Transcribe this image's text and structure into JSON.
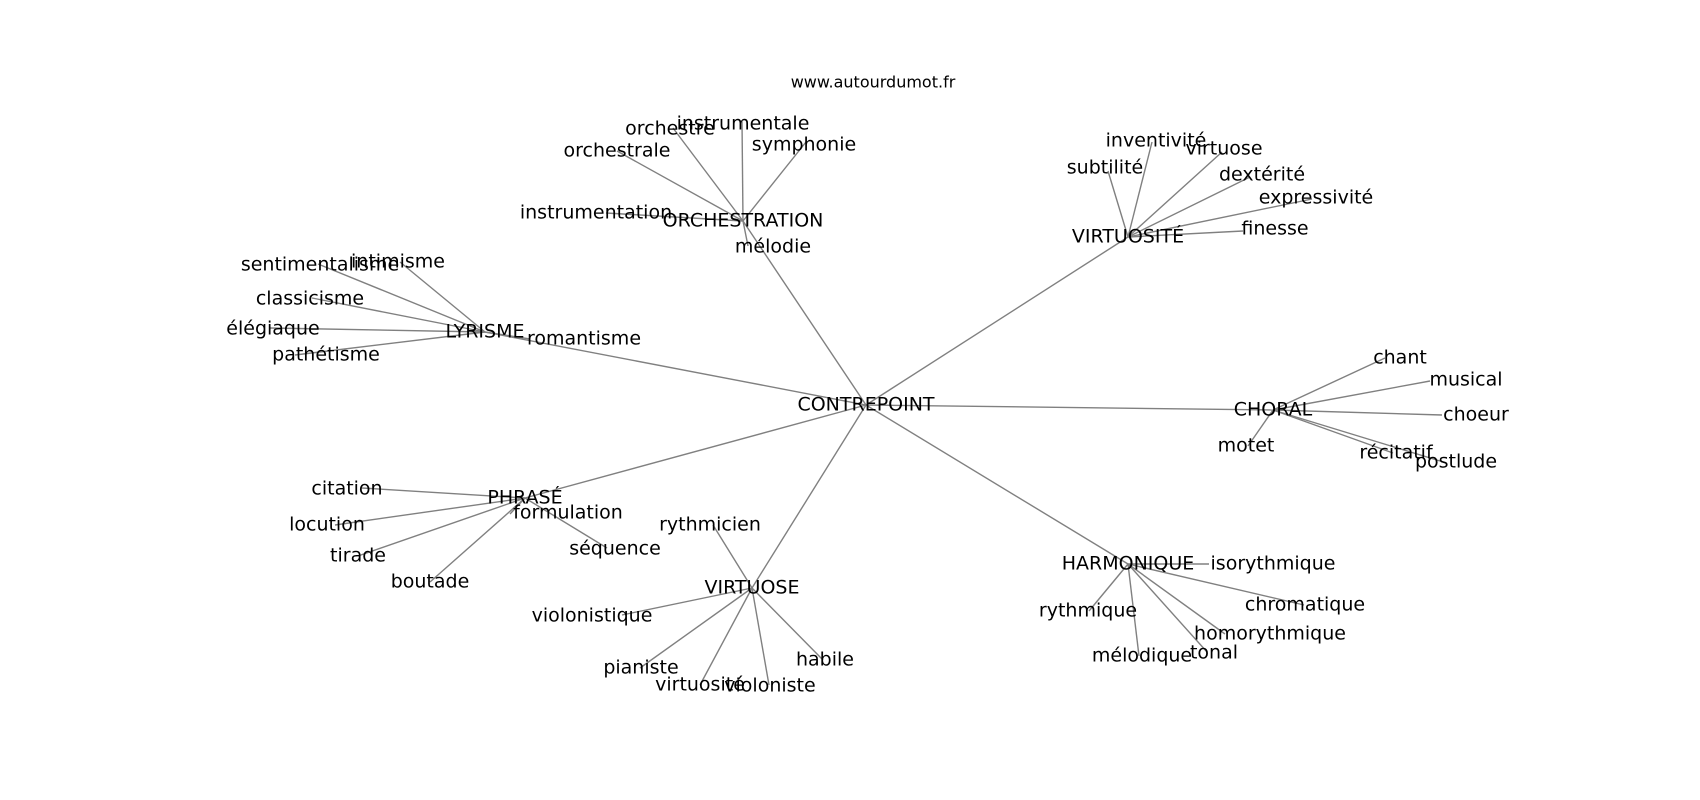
{
  "source": "www.autourdumot.fr",
  "graph": {
    "root": "CONTREPOINT",
    "hubs": [
      {
        "label": "ORCHESTRATION",
        "leaves": [
          "orchestre",
          "instrumentale",
          "symphonie",
          "orchestrale",
          "instrumentation",
          "mélodie"
        ]
      },
      {
        "label": "VIRTUOSITÉ",
        "leaves": [
          "inventivité",
          "virtuose",
          "subtilité",
          "dextérité",
          "expressivité",
          "finesse"
        ]
      },
      {
        "label": "LYRISME",
        "leaves": [
          "intimisme",
          "sentimentalisme",
          "classicisme",
          "élégiaque",
          "pathétisme",
          "romantisme"
        ]
      },
      {
        "label": "CHORAL",
        "leaves": [
          "chant",
          "musical",
          "choeur",
          "motet",
          "récitatif",
          "postlude"
        ]
      },
      {
        "label": "PHRASÉ",
        "leaves": [
          "citation",
          "locution",
          "formulation",
          "tirade",
          "séquence",
          "boutade"
        ]
      },
      {
        "label": "VIRTUOSE",
        "leaves": [
          "rythmicien",
          "violonistique",
          "habile",
          "pianiste",
          "virtuosité",
          "violoniste"
        ]
      },
      {
        "label": "HARMONIQUE",
        "leaves": [
          "isorythmique",
          "rythmique",
          "chromatique",
          "homorythmique",
          "mélodique",
          "tonal"
        ]
      }
    ]
  }
}
